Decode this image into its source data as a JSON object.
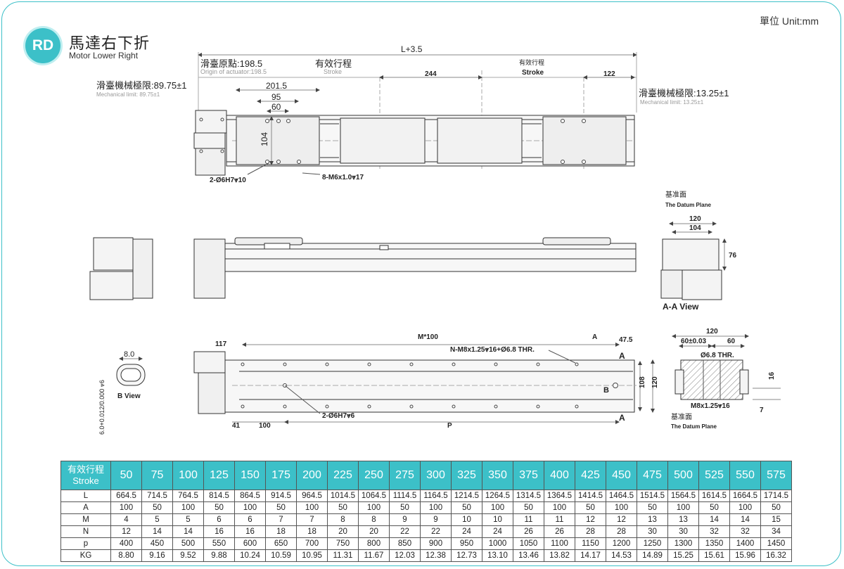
{
  "unit_label": "單位 Unit:mm",
  "logo": "RD",
  "title_cn": "馬達右下折",
  "title_en": "Motor Lower Right",
  "accent_color": "#3cc0c8",
  "labels": {
    "overall": "L+3.5",
    "origin_cn": "滑臺原點:198.5",
    "origin_en": "Origin of actuator:198.5",
    "stroke_cn_1": "有效行程",
    "stroke_en_1": "Stroke",
    "stroke_cn_2": "有效行程",
    "stroke_en_2": "Stroke",
    "mech_left_cn": "滑臺機械極限:89.75±1",
    "mech_left_en": "Mechanical limit: 89.75±1",
    "mech_right_cn": "滑臺機械極限:13.25±1",
    "mech_right_en": "Mechanical limit: 13.25±1",
    "d201": "201.5",
    "d95": "95",
    "d60": "60",
    "d104v": "104",
    "d244": "244",
    "d122": "122",
    "pin_top": "2-Ø6H7⩔10",
    "screw_top": "8-M6x1.0⩔17",
    "datum_cn": "基准面",
    "datum_en": "The Datum Plane",
    "aa120": "120",
    "aa104": "104",
    "aa76": "76",
    "aa_view": "A-A View",
    "b8": "8.0",
    "b_tol": "6.0+0.012/0.000 ⩔6",
    "b_view": "B View",
    "m100": "M*100",
    "a_mark": "A",
    "d475": "47.5",
    "d117": "117",
    "n_screw": "N-M8x1.25⩔16+Ø6.8 THR.",
    "b_mark": "B",
    "d108": "108",
    "d120v": "120",
    "pin_bot": "2-Ø6H7⩔6",
    "d41": "41",
    "d100": "100",
    "p_mark": "P",
    "s120": "120",
    "s60a": "60±0.03",
    "s60b": "60",
    "s_thr": "Ø6.8 THR.",
    "s16": "16",
    "s_m8": "M8x1.25⩔16",
    "s7": "7",
    "datum2_cn": "基准面",
    "datum2_en": "The Datum Plane"
  },
  "table": {
    "header_cn": "有效行程",
    "header_en": "Stroke",
    "strokes": [
      "50",
      "75",
      "100",
      "125",
      "150",
      "175",
      "200",
      "225",
      "250",
      "275",
      "300",
      "325",
      "350",
      "375",
      "400",
      "425",
      "450",
      "475",
      "500",
      "525",
      "550",
      "575"
    ],
    "rows": [
      {
        "label": "L",
        "values": [
          "664.5",
          "714.5",
          "764.5",
          "814.5",
          "864.5",
          "914.5",
          "964.5",
          "1014.5",
          "1064.5",
          "1114.5",
          "1164.5",
          "1214.5",
          "1264.5",
          "1314.5",
          "1364.5",
          "1414.5",
          "1464.5",
          "1514.5",
          "1564.5",
          "1614.5",
          "1664.5",
          "1714.5"
        ]
      },
      {
        "label": "A",
        "values": [
          "100",
          "50",
          "100",
          "50",
          "100",
          "50",
          "100",
          "50",
          "100",
          "50",
          "100",
          "50",
          "100",
          "50",
          "100",
          "50",
          "100",
          "50",
          "100",
          "50",
          "100",
          "50"
        ]
      },
      {
        "label": "M",
        "values": [
          "4",
          "5",
          "5",
          "6",
          "6",
          "7",
          "7",
          "8",
          "8",
          "9",
          "9",
          "10",
          "10",
          "11",
          "11",
          "12",
          "12",
          "13",
          "13",
          "14",
          "14",
          "15"
        ]
      },
      {
        "label": "N",
        "values": [
          "12",
          "14",
          "14",
          "16",
          "16",
          "18",
          "18",
          "20",
          "20",
          "22",
          "22",
          "24",
          "24",
          "26",
          "26",
          "28",
          "28",
          "30",
          "30",
          "32",
          "32",
          "34"
        ]
      },
      {
        "label": "p",
        "values": [
          "400",
          "450",
          "500",
          "550",
          "600",
          "650",
          "700",
          "750",
          "800",
          "850",
          "900",
          "950",
          "1000",
          "1050",
          "1100",
          "1150",
          "1200",
          "1250",
          "1300",
          "1350",
          "1400",
          "1450"
        ]
      },
      {
        "label": "KG",
        "values": [
          "8.80",
          "9.16",
          "9.52",
          "9.88",
          "10.24",
          "10.59",
          "10.95",
          "11.31",
          "11.67",
          "12.03",
          "12.38",
          "12.73",
          "13.10",
          "13.46",
          "13.82",
          "14.17",
          "14.53",
          "14.89",
          "15.25",
          "15.61",
          "15.96",
          "16.32"
        ]
      }
    ]
  }
}
